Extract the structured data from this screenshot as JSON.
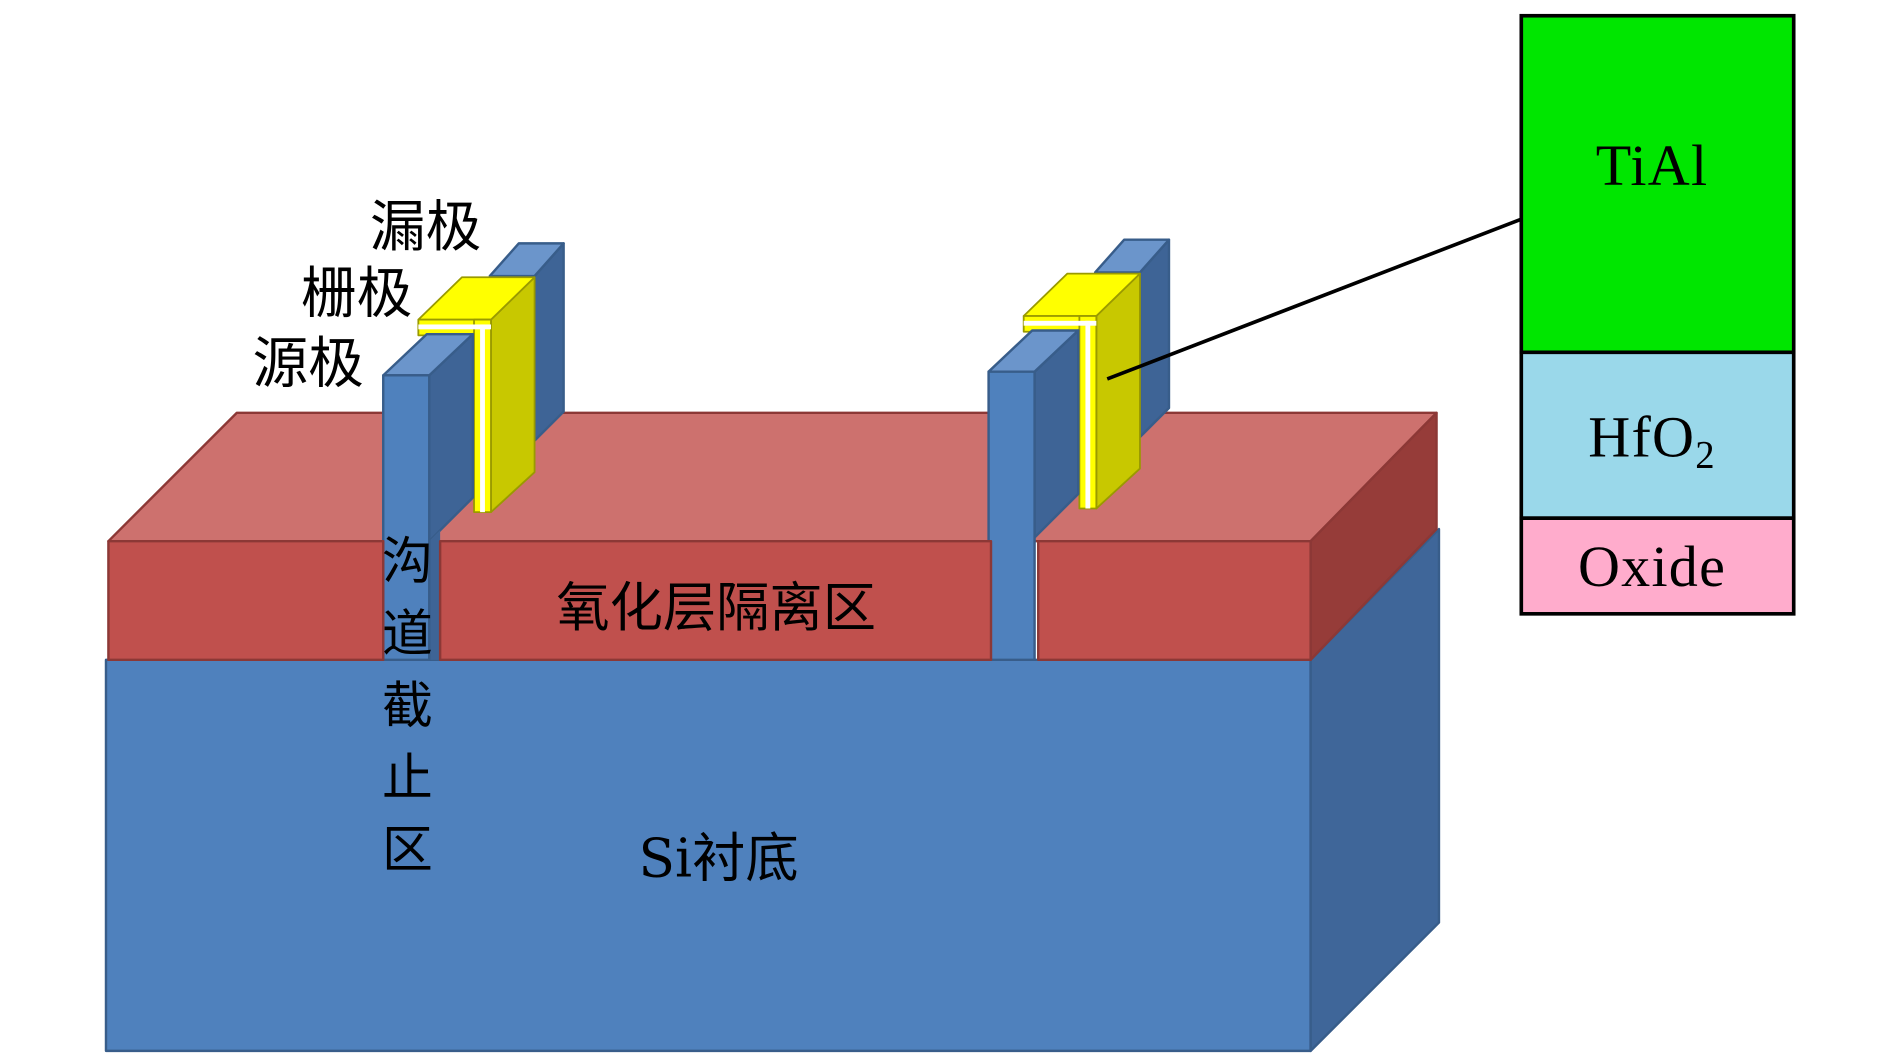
{
  "labels": {
    "drain": "漏极",
    "gate": "栅极",
    "source": "源极",
    "channel_stop": "沟道截止区",
    "oxide_isolation": "氧化层隔离区",
    "substrate": "Si衬底"
  },
  "gate_stack": {
    "layers": [
      {
        "name": "TiAl",
        "color": "#00e600"
      },
      {
        "name": "HfO",
        "subscript": "2",
        "color": "#9ad8ea"
      },
      {
        "name": "Oxide",
        "color": "#ffaccc"
      }
    ]
  },
  "colors": {
    "substrate": "#4f81bd",
    "oxide_isolation": "#c0504d",
    "fin": "#4f81bd",
    "gate": "#ffff00"
  }
}
